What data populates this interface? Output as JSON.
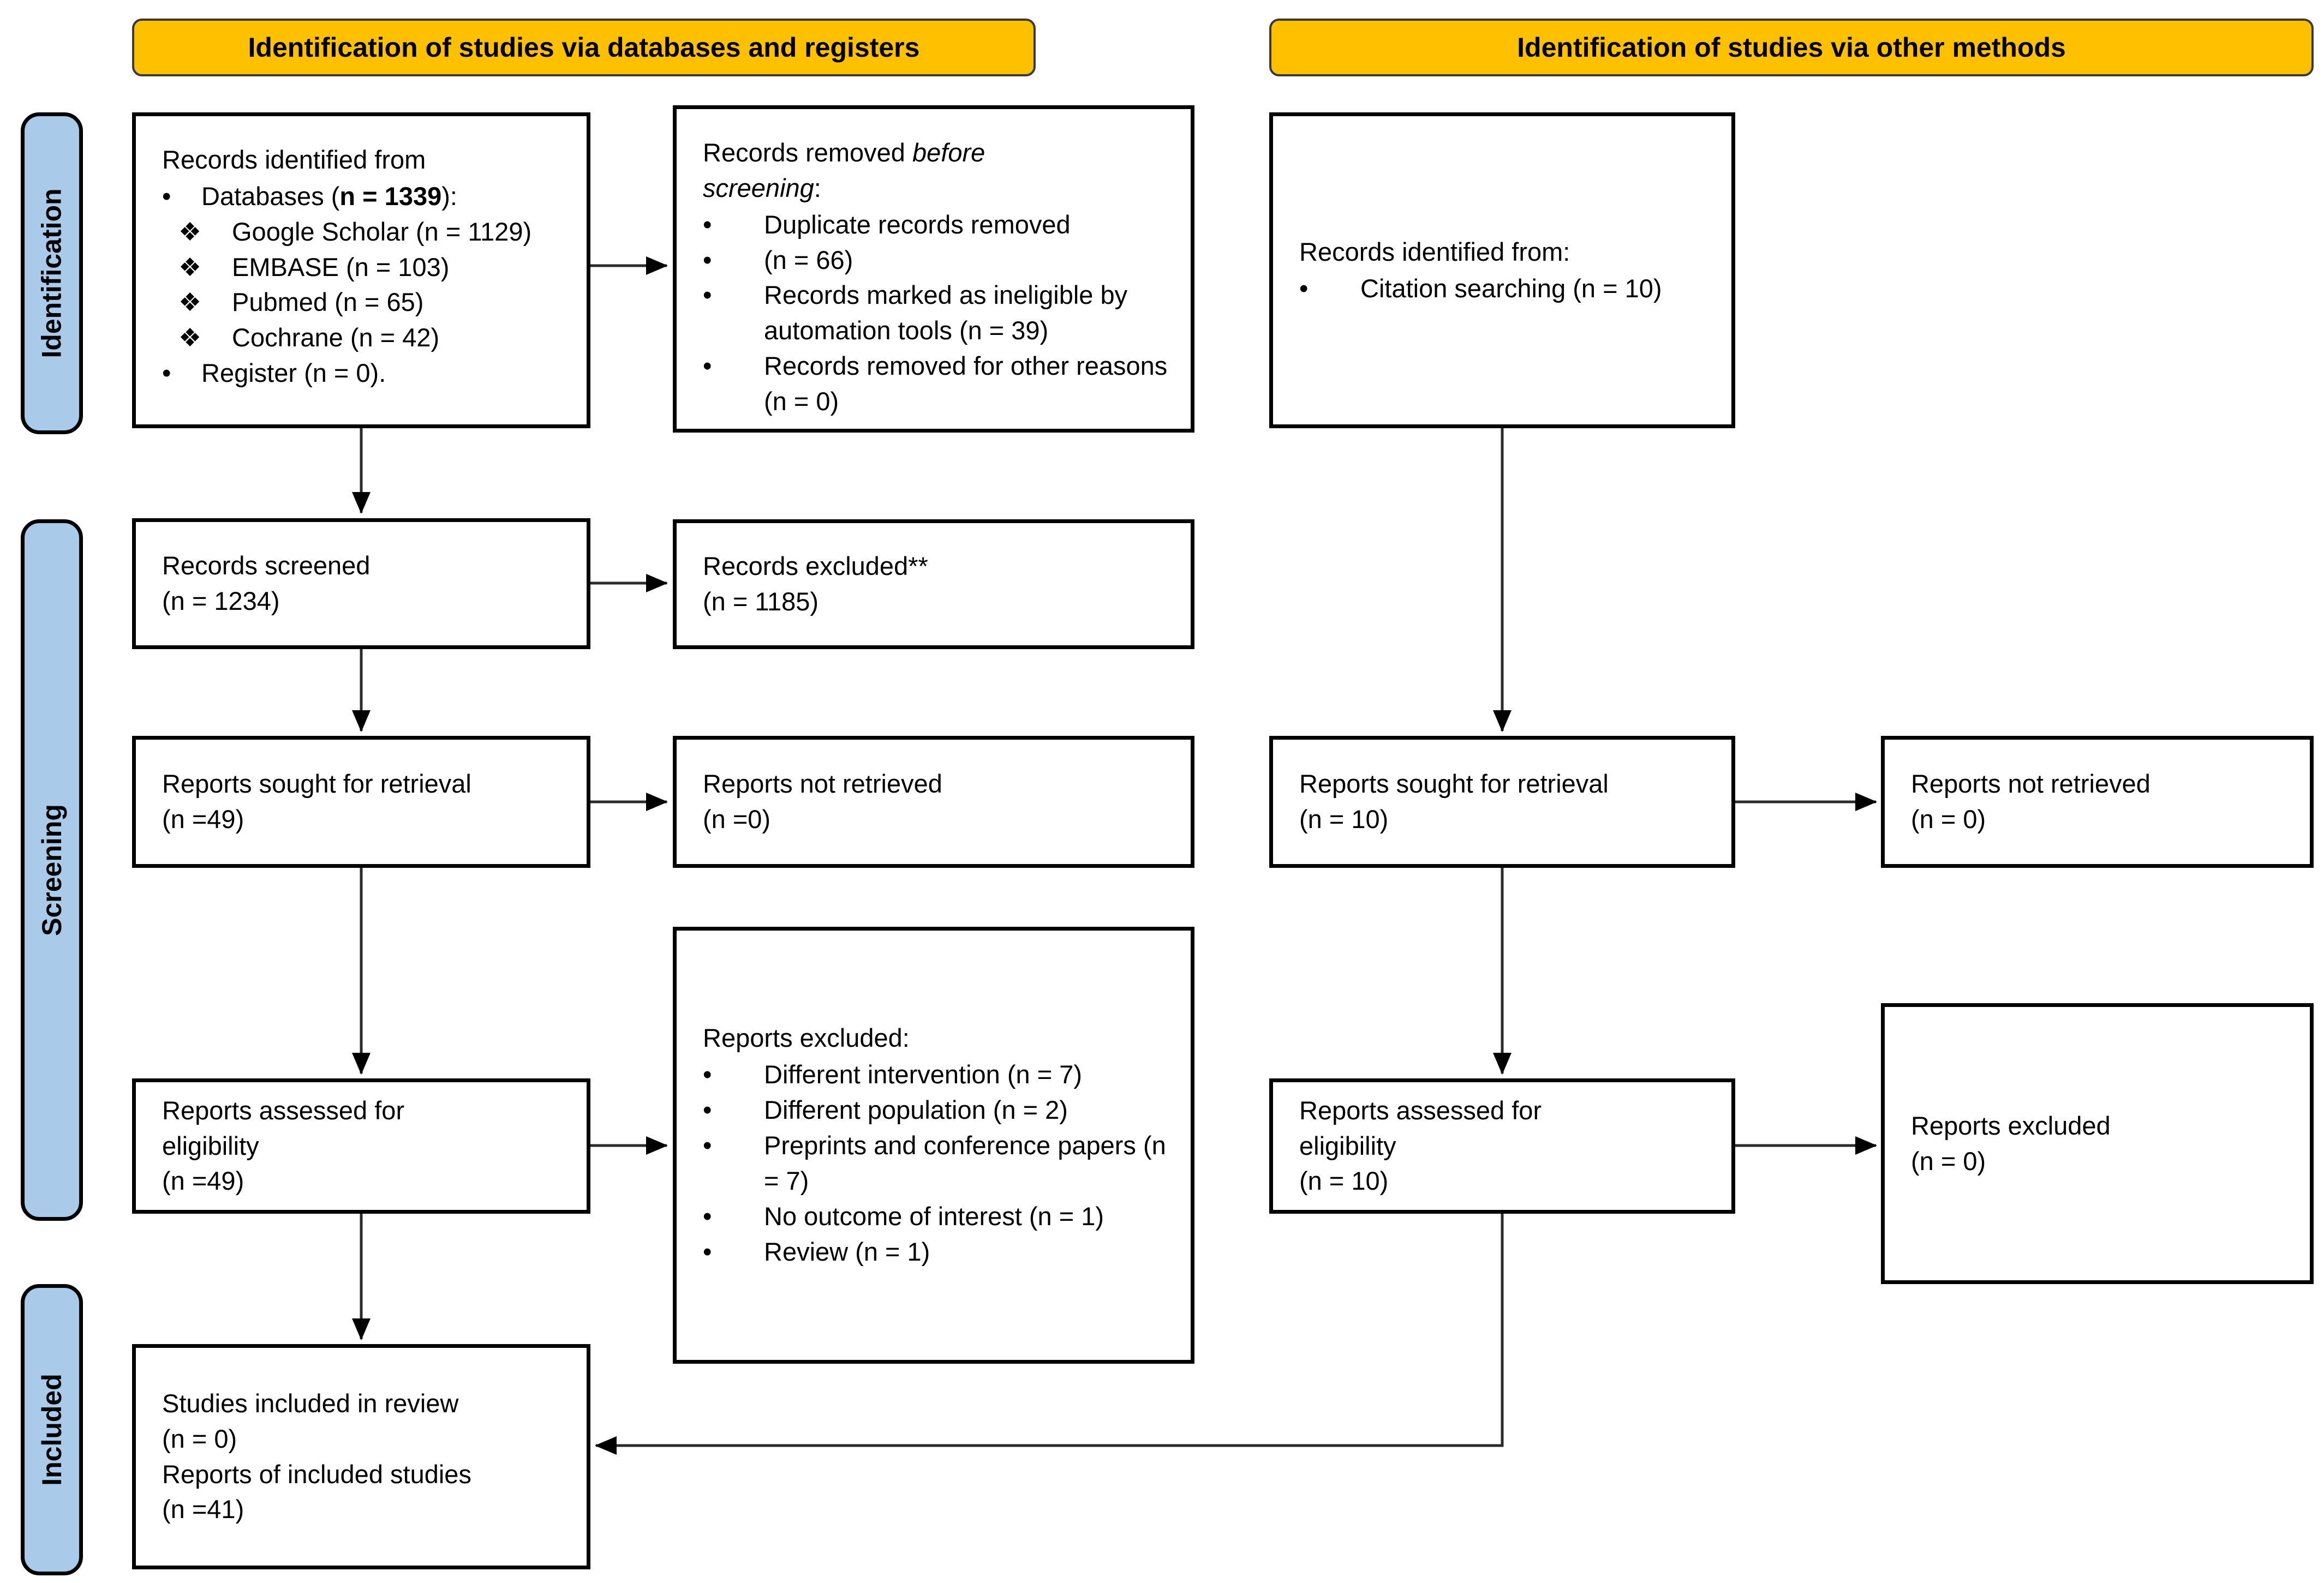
{
  "headers": {
    "left": "Identification of studies via databases and registers",
    "right": "Identification of studies via other methods"
  },
  "sidebar": {
    "identification": "Identification",
    "screening": "Screening",
    "included": "Included"
  },
  "colors": {
    "header_bg": "#FFC000",
    "sidebar_bg": "#A9CBE9",
    "box_border": "#000000",
    "arrow": "#2b2b2b"
  },
  "boxes": {
    "records_identified": {
      "title": "Records identified from",
      "items": [
        {
          "marker": "•",
          "text": "Databases (",
          "bold": "n = 1339",
          "text2": "):"
        },
        {
          "marker": "❖",
          "text": "Google Scholar (n = 1129)"
        },
        {
          "marker": "❖",
          "text": "EMBASE (n = 103)"
        },
        {
          "marker": "❖",
          "text": "Pubmed (n = 65)"
        },
        {
          "marker": "❖",
          "text": "Cochrane (n = 42)"
        },
        {
          "marker": "•",
          "text": "Register (n = 0)."
        }
      ]
    },
    "records_removed": {
      "title_text": "Records removed ",
      "title_italic_1": "before",
      "title_italic_2": "screening",
      "title_suffix": ":",
      "items": [
        {
          "marker": "•",
          "text": "Duplicate records removed"
        },
        {
          "marker": "•",
          "text": "(n = 66)"
        },
        {
          "marker": "•",
          "text": "Records marked as ineligible by automation tools (n = 39)"
        },
        {
          "marker": "•",
          "text": "Records removed for other reasons (n = 0)"
        }
      ]
    },
    "citation_searching": {
      "title": "Records identified from:",
      "items": [
        {
          "marker": "•",
          "text": "Citation searching (n = 10)"
        }
      ]
    },
    "records_screened": {
      "lines": [
        "Records screened",
        "(n = 1234)"
      ]
    },
    "records_excluded": {
      "lines": [
        "Records excluded**",
        "(n = 1185)"
      ]
    },
    "reports_sought_db": {
      "lines": [
        "Reports sought for retrieval",
        "(n =49)"
      ]
    },
    "reports_not_retrieved_db": {
      "lines": [
        "Reports not retrieved",
        "(n =0)"
      ]
    },
    "reports_assessed_db": {
      "lines": [
        "Reports assessed for",
        "eligibility",
        "(n =49)"
      ]
    },
    "reports_excluded_detail": {
      "title": "Reports excluded:",
      "items": [
        {
          "marker": "•",
          "text": "Different intervention (n = 7)"
        },
        {
          "marker": "•",
          "text": "Different population (n = 2)"
        },
        {
          "marker": "•",
          "text": "Preprints and conference papers (n = 7)"
        },
        {
          "marker": "•",
          "text": "No outcome of interest (n = 1)"
        },
        {
          "marker": "•",
          "text": "Review (n = 1)"
        }
      ]
    },
    "studies_included": {
      "lines": [
        "Studies included in review",
        "(n = 0)",
        "Reports of included studies",
        "(n =41)"
      ]
    },
    "reports_sought_other": {
      "lines": [
        "Reports sought for retrieval",
        "(n = 10)"
      ]
    },
    "reports_not_retrieved_other": {
      "lines": [
        "Reports not retrieved",
        "(n = 0)"
      ]
    },
    "reports_assessed_other": {
      "lines": [
        "Reports assessed for",
        "eligibility",
        "(n = 10)"
      ]
    },
    "reports_excluded_other": {
      "lines": [
        "Reports excluded",
        "(n = 0)"
      ]
    }
  }
}
